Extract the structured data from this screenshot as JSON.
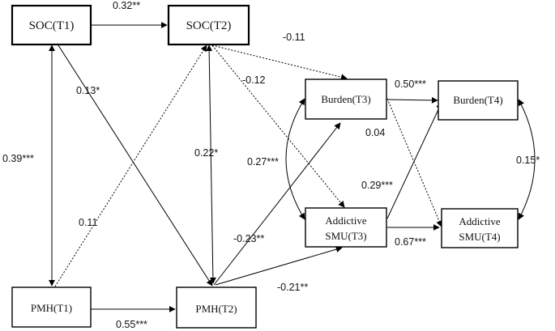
{
  "nodes": {
    "soc_t1": "SOC(T1)",
    "soc_t2": "SOC(T2)",
    "burden_t3": "Burden(T3)",
    "burden_t4": "Burden(T4)",
    "addictive_t3_line1": "Addictive",
    "addictive_t3_line2": "SMU(T3)",
    "addictive_t4_line1": "Addictive",
    "addictive_t4_line2": "SMU(T4)",
    "pmh_t1": "PMH(T1)",
    "pmh_t2": "PMH(T2)"
  },
  "coefficients": {
    "soc_t1_soc_t2": "0.32**",
    "soc_t2_burden_t3": "-0.11",
    "soc_t1_pmh_t2": "0.13*",
    "soc_t2_addictive_t3": "-0.12",
    "burden_t3_burden_t4": "0.50***",
    "burden_t3_addictive_t4": "0.04",
    "soc_t1_pmh_t1": "0.39***",
    "soc_t2_pmh_t2": "0.22*",
    "burden_addictive_t3": "0.27***",
    "burden_addictive_t4": "0.15*",
    "addictive_t3_burden_t4": "0.29***",
    "pmh_t1_soc_t2": "0.11",
    "pmh_t2_burden_t3": "-0.23**",
    "addictive_t3_addictive_t4": "0.67***",
    "pmh_t2_addictive_t3": "-0.21**",
    "pmh_t1_pmh_t2": "0.55***"
  }
}
